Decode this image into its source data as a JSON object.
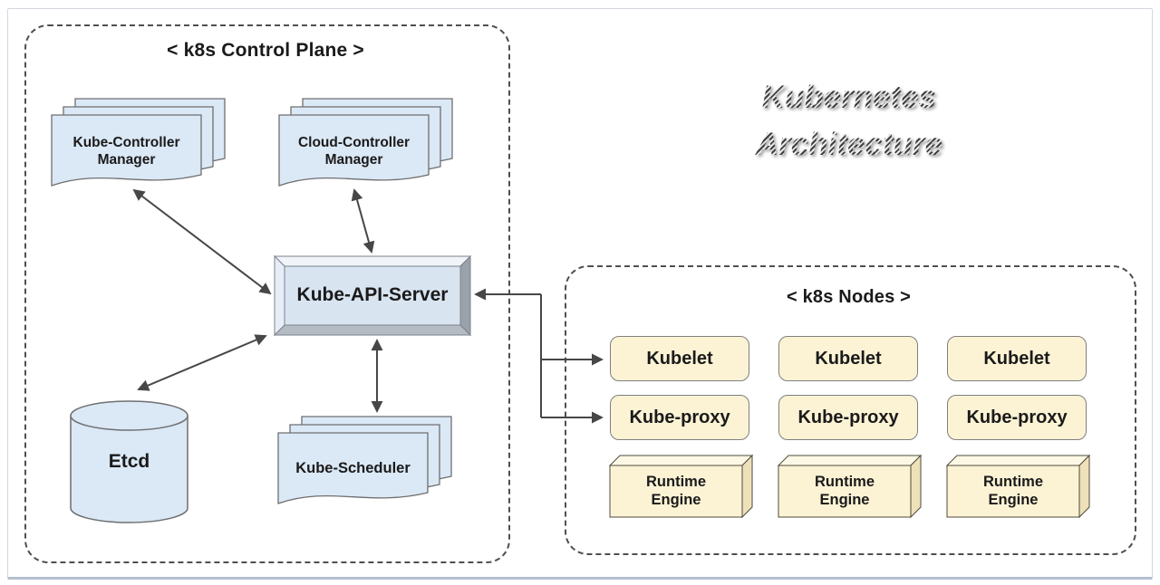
{
  "page": {
    "title_line1": "Kubernetes",
    "title_line2": "Architecture"
  },
  "control_plane": {
    "title": "< k8s Control Plane >",
    "kube_controller_manager": "Kube-Controller Manager",
    "cloud_controller_manager": "Cloud-Controller Manager",
    "kube_api_server": "Kube-API-Server",
    "etcd": "Etcd",
    "kube_scheduler": "Kube-Scheduler"
  },
  "nodes": {
    "title": "< k8s Nodes >",
    "kubelet": "Kubelet",
    "kube_proxy": "Kube-proxy",
    "runtime_engine": "Runtime Engine",
    "node_columns": 3
  },
  "colors": {
    "component_fill": "#dbe8f6",
    "component_border": "#6f6f6f",
    "api_inner_fill": "#d9e4f1",
    "node_fill": "#fcf3d5",
    "runtime_top_fill": "#fdf8e6",
    "runtime_side_fill": "#eee1ba",
    "arrow": "#454545",
    "dashed_border": "#4f4f4f"
  }
}
